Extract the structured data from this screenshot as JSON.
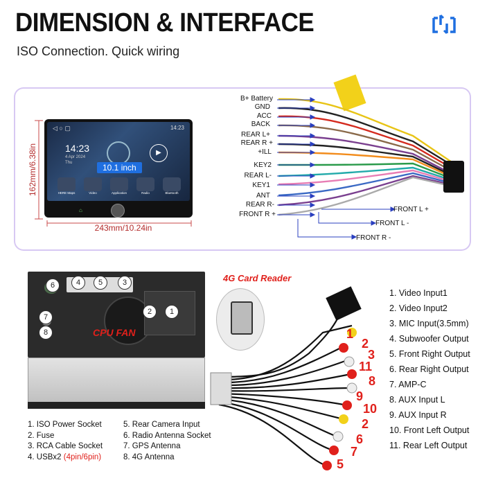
{
  "header": {
    "title": "DIMENSION & INTERFACE",
    "subtitle": "ISO Connection. Quick wiring"
  },
  "screen": {
    "clock": "14:23",
    "date_line": "4 Apr 2024",
    "day_line": "Thu",
    "status_time": "14:23",
    "size_badge": "10.1 inch",
    "apps": [
      "HERE Maps",
      "Video",
      "Application",
      "Radio",
      "Bluetooth"
    ]
  },
  "dimensions": {
    "height": "162mm/6.38in",
    "width": "243mm/10.24in"
  },
  "wires": {
    "left_labels": [
      "B+ Battery",
      "GND",
      "ACC",
      "BACK",
      "REAR L+",
      "REAR R +",
      "+ILL",
      "KEY2",
      "REAR L-",
      "KEY1",
      "ANT",
      "REAR R-",
      "FRONT R +"
    ],
    "right_labels": [
      "FRONT L +",
      "FRONT L -",
      "FRONT R -"
    ]
  },
  "back_panel": {
    "fan_label": "CPU FAN",
    "legend_left": [
      "1. ISO Power Socket",
      "2. Fuse",
      "3. RCA Cable Socket",
      "4. USBx2 ",
      "(4pin/6pin)"
    ],
    "legend_mid": [
      "5. Rear Camera Input",
      "6. Radio Antenna Socket",
      "7. GPS Antenna",
      "8. 4G Antenna"
    ]
  },
  "rca": {
    "card_reader": "4G Card Reader",
    "outputs": [
      "1. Video Input1",
      "2. Video Input2",
      "3. MIC Input(3.5mm)",
      "4. Subwoofer Output",
      "5. Front Right Output",
      "6. Rear Right Output",
      "7. AMP-C",
      "8. AUX Input L",
      "9. AUX Input R",
      "10. Front Left Output",
      "11. Rear Left Output"
    ]
  },
  "colors": {
    "accent_blue": "#1f6fe0",
    "dimension_red": "#b32b2b",
    "number_red": "#e0201b",
    "usb_red": "#e0201b"
  }
}
